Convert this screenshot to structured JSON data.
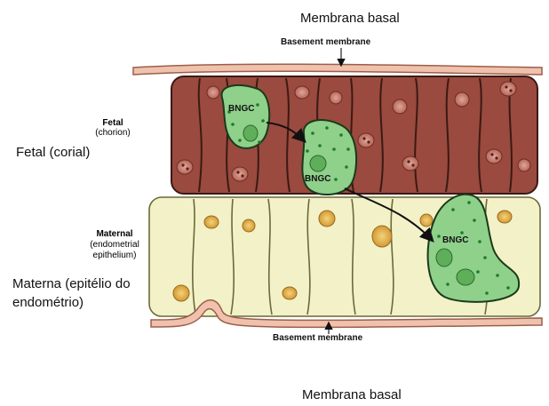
{
  "captions": {
    "top": "Membrana basal",
    "fetal": "Fetal (corial)",
    "maternal": "Materna (epitélio do endométrio)",
    "bottom": "Membrana basal"
  },
  "labels": {
    "basement_top": "Basement membrane",
    "basement_bottom": "Basement membrane",
    "fetal_title": "Fetal",
    "fetal_sub": "(chorion)",
    "maternal_title": "Maternal",
    "maternal_sub1": "(endometrial",
    "maternal_sub2": "epithelium)",
    "bngc_1": "BNGC",
    "bngc_2": "BNGC",
    "bngc_3": "BNGC"
  },
  "colors": {
    "fetal_cell": "#9a4a3e",
    "fetal_cell_outline": "#3a1a14",
    "maternal_cell": "#f3f1c8",
    "maternal_cell_outline": "#6a6a3a",
    "bngc_fill": "#8fd08a",
    "bngc_dot": "#1f7a2a",
    "membrane": "#e8b09a",
    "nucleus_fetal": "#c98a7f",
    "nucleus_maternal": "#e0b24a"
  }
}
